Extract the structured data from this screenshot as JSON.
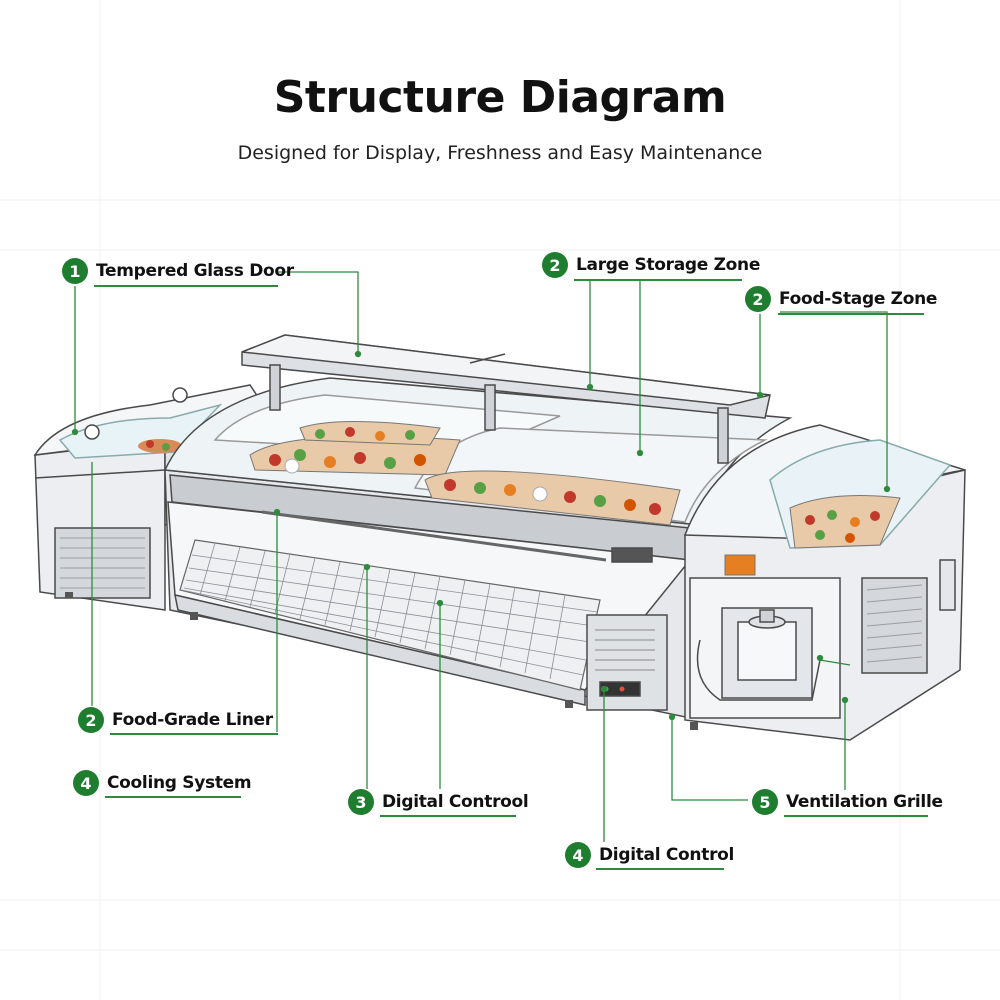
{
  "header": {
    "title": "Structure Diagram",
    "subtitle": "Designed for Display, Freshness and Easy Maintenance"
  },
  "colors": {
    "accent": "#1e7d2e",
    "leader_line": "#2e8b3d",
    "outline": "#4a4a4a",
    "cabinet": "#e9ebee",
    "panel_dark": "#8f949b"
  },
  "callouts": [
    {
      "id": "tempered-glass-door",
      "number": "1",
      "label": "Tempered Glass Door"
    },
    {
      "id": "large-storage-zone",
      "number": "2",
      "label": "Large Storage Zone"
    },
    {
      "id": "food-stage-zone",
      "number": "2",
      "label": "Food-Stage Zone"
    },
    {
      "id": "food-grade-liner",
      "number": "2",
      "label": "Food-Grade Liner"
    },
    {
      "id": "cooling-system",
      "number": "4",
      "label": "Cooling System"
    },
    {
      "id": "digital-controol",
      "number": "3",
      "label": "Digital Controol"
    },
    {
      "id": "ventilation-grille",
      "number": "5",
      "label": "Ventilation Grille"
    },
    {
      "id": "digital-control",
      "number": "4",
      "label": "Digital Control"
    }
  ]
}
